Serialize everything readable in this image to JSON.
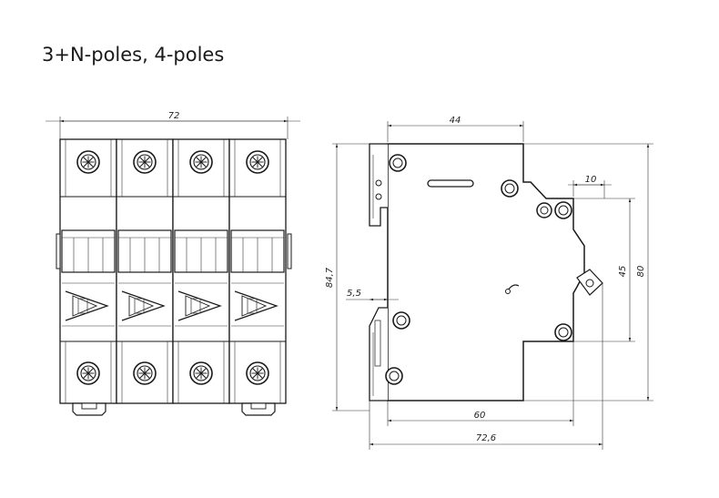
{
  "title": "3+N-poles, 4-poles",
  "front_view": {
    "width_label": "72",
    "pole_count": 4
  },
  "side_view": {
    "dim_top": "44",
    "dim_10": "10",
    "dim_45": "45",
    "dim_80": "80",
    "dim_height": "84,7",
    "dim_rail": "5,5",
    "dim_60": "60",
    "dim_depth": "72,6"
  }
}
